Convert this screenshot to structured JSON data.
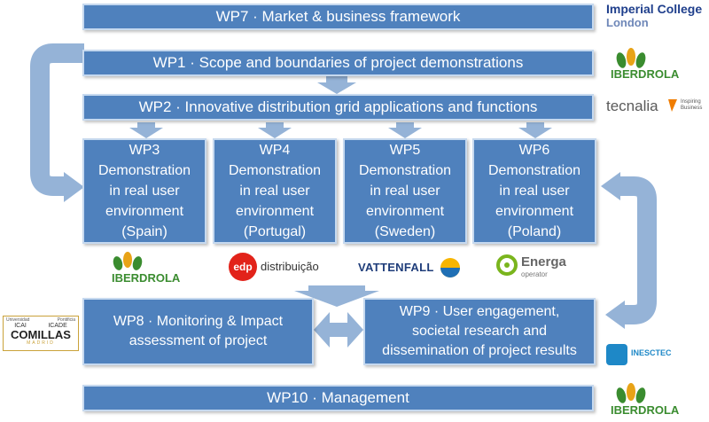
{
  "colors": {
    "box_fill": "#4f81bd",
    "box_border": "#c6d9ef",
    "arrow": "#95b3d7",
    "text": "#ffffff",
    "iberdrola_green": "#3a8c2f",
    "iberdrola_orange": "#e8a317",
    "edp_red": "#e2231a",
    "vattenfall_blue": "#1f3d7a",
    "energa_green": "#7ab51d",
    "tecnalia_orange": "#f07d00",
    "imperial_blue": "#1f3f8c"
  },
  "boxes": {
    "wp7": "WP7 · Market & business framework",
    "wp1": "WP1 · Scope and boundaries of project demonstrations",
    "wp2": "WP2 · Innovative distribution grid applications and functions",
    "wp3": {
      "line1": "WP3",
      "line2": "Demonstration",
      "line3": "in real user",
      "line4": "environment",
      "line5": "(Spain)"
    },
    "wp4": {
      "line1": "WP4",
      "line2": "Demonstration",
      "line3": "in real user",
      "line4": "environment",
      "line5": "(Portugal)"
    },
    "wp5": {
      "line1": "WP5",
      "line2": "Demonstration",
      "line3": "in real user",
      "line4": "environment",
      "line5": "(Sweden)"
    },
    "wp6": {
      "line1": "WP6",
      "line2": "Demonstration",
      "line3": "in real user",
      "line4": "environment",
      "line5": "(Poland)"
    },
    "wp8": {
      "line1": "WP8 · Monitoring & Impact",
      "line2": "assessment of project"
    },
    "wp9": {
      "line1": "WP9 · User engagement,",
      "line2": "societal research and",
      "line3": "dissemination of project results"
    },
    "wp10": "WP10 · Management"
  },
  "logos": {
    "imperial": {
      "line1": "Imperial College",
      "line2": "London"
    },
    "iberdrola": "IBERDROLA",
    "tecnalia": {
      "name": "tecnalia",
      "tag1": "Inspiring",
      "tag2": "Business"
    },
    "edp": {
      "mark": "edp",
      "name": "distribuição"
    },
    "vattenfall": "VATTENFALL",
    "energa": {
      "name": "Energa",
      "sub": "operator"
    },
    "comillas": {
      "top_left": "Universidad",
      "top_right": "Pontificia",
      "icai": "ICAI",
      "icade": "ICADE",
      "name": "COMILLAS",
      "sub": "MADRID"
    },
    "inesctec": "INESCTEC"
  }
}
